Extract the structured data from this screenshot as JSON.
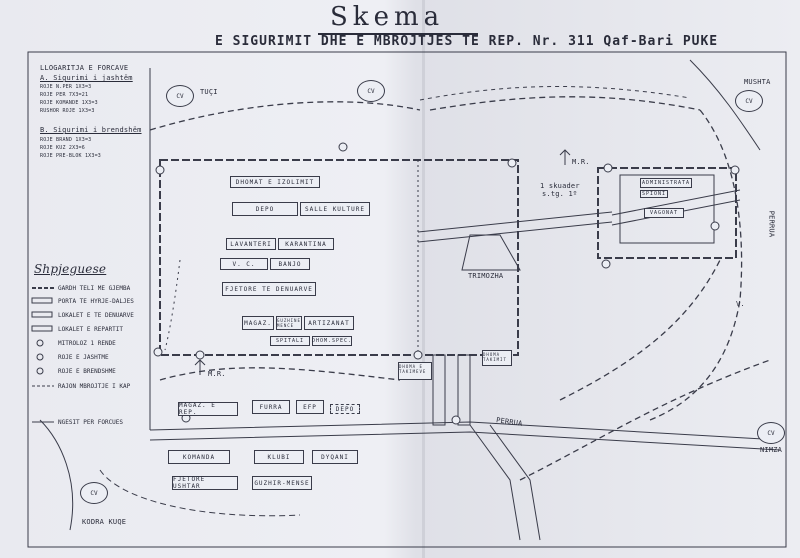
{
  "title": "Skema",
  "subtitle": "E SIGURIMIT DHE E MBROJTJES TE REP. Nr. 311 Qaf-Bari PUKE",
  "legend_top": {
    "heading": "LLOGARITJA E FORCAVE",
    "section_a": "A. Sigurimi i jashtëm",
    "a_rows": [
      "ROJE N.PER 1X3=3",
      "ROJE PER 7X3=21",
      "ROJE KOMANDE 1X3=3",
      "RUSHOR ROJE 1X3=3"
    ],
    "section_b": "B. Sigurimi i brendshëm",
    "b_rows": [
      "ROJE BRAND 1X3=3",
      "ROJE KUZ 2X3=6",
      "ROJE PRE-BLOK 1X3=3"
    ]
  },
  "legend": {
    "heading": "Shpjeguese",
    "items": [
      "GARDH TELI ME GJEMBA",
      "PORTA TE HYRJE-DALJES",
      "LOKALET E TE DENUARVE",
      "LOKALET E REPARTIT",
      "MITROLOZ 1 RENDE",
      "ROJE E JASHTME",
      "ROJE E BRENDSHME",
      "RAJON MBROJTJE I KAP",
      "NGESIT PER FORCUES"
    ]
  },
  "buildings": {
    "inside": [
      "DHOMAT E IZOLIMIT",
      "DEPO",
      "SALLE KULTURE",
      "LAVANTERI",
      "KARANTINA",
      "V. C.",
      "BANJO",
      "FJETORE TE DENUARVE",
      "MAGAZ.",
      "GUZHINE MENCE",
      "ARTIZANAT",
      "SPITALI",
      "DHOM.SPEC."
    ],
    "outside": [
      "MAGAZ. E REP.",
      "FURRA",
      "EFP",
      "DEPO",
      "KOMANDA",
      "KLUBI",
      "DYQANI",
      "FJETORE USHTAR",
      "GUZHIR-MENSE",
      "DHOMA TAKIMIT",
      "DHOMA E TAKIMEVE"
    ],
    "right": [
      "ADMINISTRATA",
      "SPIONI",
      "VAGONAT"
    ]
  },
  "labels": {
    "tuci": "TUÇI",
    "mushta": "MUSHTA",
    "perrua_right": "PERRUA",
    "perrua_mid": "PERRUA",
    "nimza": "NIMZA",
    "kodra": "KODRA KUQE",
    "trimozha": "TRIMOZHA",
    "mr1": "M.R.",
    "mr2": "M.R.",
    "cv": "CV",
    "skuader": "1 skuader",
    "skuader2": "s.tg. 1º",
    "v_right": "V."
  }
}
